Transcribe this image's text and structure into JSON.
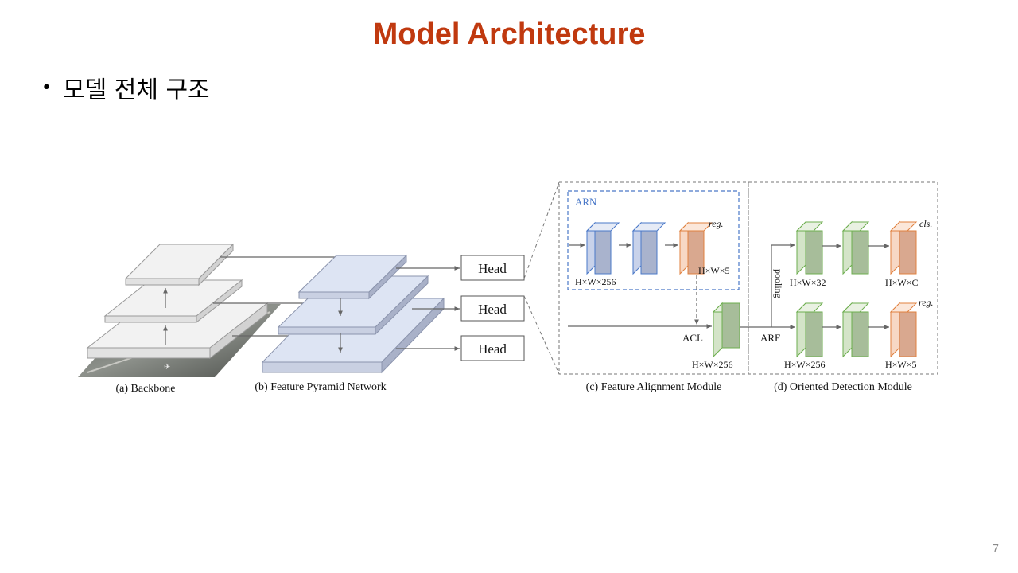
{
  "slide": {
    "title": "Model Architecture",
    "bullet": "모델 전체 구조",
    "page_number": "7"
  },
  "diagram": {
    "head_labels": [
      "Head",
      "Head",
      "Head"
    ],
    "captions": {
      "backbone": "(a) Backbone",
      "fpn": "(b) Feature Pyramid Network",
      "fam": "(c) Feature Alignment Module",
      "odm": "(d) Oriented Detection Module"
    },
    "arn_label": "ARN",
    "labels": {
      "reg_top": "reg.",
      "cls": "cls.",
      "reg_bottom": "reg.",
      "hw256_arn": "H×W×256",
      "hw5_arn": "H×W×5",
      "acl": "ACL",
      "hw256_fam": "H×W×256",
      "arf": "ARF",
      "pooling": "pooling",
      "hw32": "H×W×32",
      "hwc": "H×W×C",
      "hw256_odm": "H×W×256",
      "hw5_odm": "H×W×5"
    },
    "colors": {
      "title": "#c0390f",
      "arn_blue": "#4a78c8",
      "block_blue": "#a9b3cd",
      "block_orange": "#d9a88f",
      "block_green": "#a7bd9a",
      "fpn_fill": "#dde4f3"
    }
  }
}
